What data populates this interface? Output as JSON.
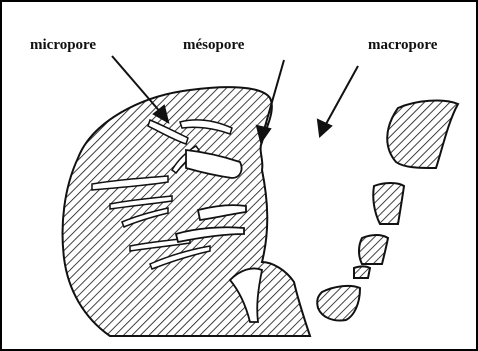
{
  "labels": {
    "micropore": "micropore",
    "mesopore": "mésopore",
    "macropore": "macropore"
  },
  "colors": {
    "ink": "#111111",
    "background": "#ffffff"
  }
}
